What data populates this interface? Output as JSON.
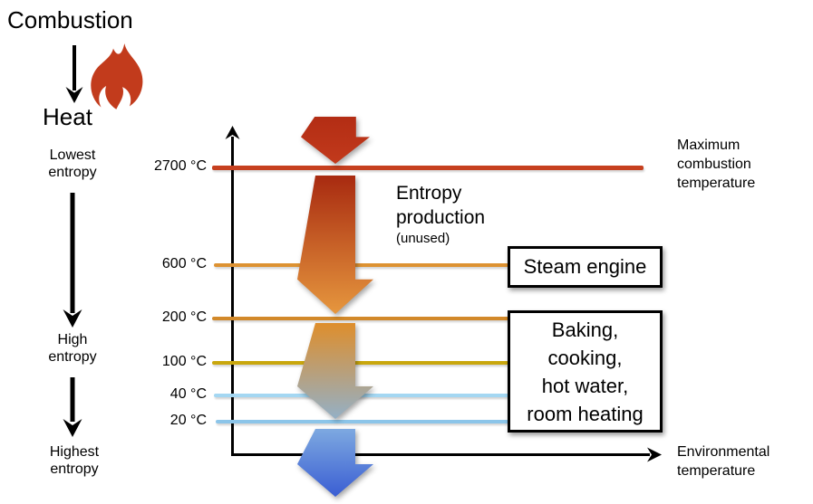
{
  "left_flow": {
    "combustion": "Combustion",
    "heat": "Heat",
    "lowest_entropy": "Lowest\nentropy",
    "high_entropy": "High\nentropy",
    "highest_entropy": "Highest\nentropy"
  },
  "temperatures": [
    {
      "label": "2700 °C",
      "color": "#c6401f"
    },
    {
      "label": "600 °C",
      "color": "#dd9232"
    },
    {
      "label": "200 °C",
      "color": "#d2892a"
    },
    {
      "label": "100 °C",
      "color": "#c9a70d"
    },
    {
      "label": "40 °C",
      "color": "#a4d7f2"
    },
    {
      "label": "20 °C",
      "color": "#8cc5e9"
    }
  ],
  "annotations": {
    "entropy_production": "Entropy\nproduction",
    "entropy_production_note": "(unused)",
    "max_combustion": "Maximum\ncombustion\ntemperature",
    "environmental": "Environmental\ntemperature"
  },
  "use_boxes": {
    "steam_engine": "Steam engine",
    "low_temp_uses": "Baking,\ncooking,\nhot water,\nroom heating"
  },
  "colors": {
    "flame": "#c23b1c",
    "axis": "#000000",
    "top_arrow_start": "#b32d14",
    "top_arrow_end": "#c23a1c",
    "gradient_hot_start": "#a82a10",
    "gradient_hot_end": "#e6973e",
    "gradient_mid_start": "#de8e2c",
    "gradient_mid_end": "#94b0c6",
    "gradient_cool_start": "#7da8e0",
    "gradient_cool_end": "#3a5ed3"
  }
}
